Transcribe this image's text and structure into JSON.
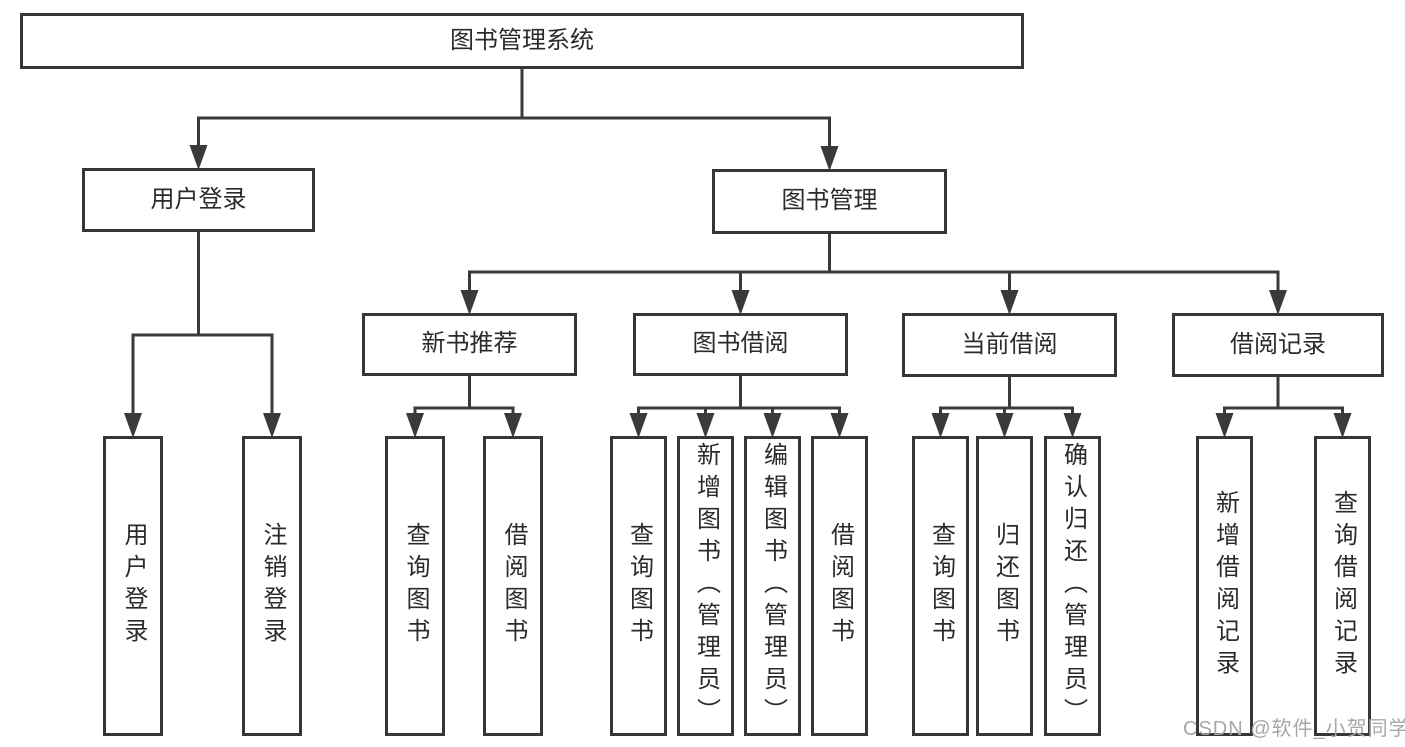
{
  "diagram": {
    "title": "图书管理系统",
    "watermark": "CSDN @软件_小贺同学",
    "colors": {
      "line": "#3a3a3a",
      "box_border": "#363636",
      "text": "#2b2b2b",
      "watermark": "#a7a7a7",
      "background": "#ffffff"
    },
    "nodes": [
      {
        "id": "root",
        "label": "图书管理系统",
        "level": 1,
        "parent": null
      },
      {
        "id": "user-login",
        "label": "用户登录",
        "level": 2,
        "parent": "root"
      },
      {
        "id": "book-mgmt",
        "label": "图书管理",
        "level": 2,
        "parent": "root"
      },
      {
        "id": "new-book",
        "label": "新书推荐",
        "level": 3,
        "parent": "book-mgmt"
      },
      {
        "id": "book-borrow",
        "label": "图书借阅",
        "level": 3,
        "parent": "book-mgmt"
      },
      {
        "id": "current-borrow",
        "label": "当前借阅",
        "level": 3,
        "parent": "book-mgmt"
      },
      {
        "id": "borrow-record",
        "label": "借阅记录",
        "level": 3,
        "parent": "book-mgmt"
      },
      {
        "id": "user-login-leaf",
        "label": "用户登录",
        "level": 4,
        "parent": "user-login"
      },
      {
        "id": "logout-leaf",
        "label": "注销登录",
        "level": 4,
        "parent": "user-login"
      },
      {
        "id": "nb-query",
        "label": "查询图书",
        "level": 4,
        "parent": "new-book"
      },
      {
        "id": "nb-borrow",
        "label": "借阅图书",
        "level": 4,
        "parent": "new-book"
      },
      {
        "id": "bb-query",
        "label": "查询图书",
        "level": 4,
        "parent": "book-borrow"
      },
      {
        "id": "bb-add",
        "label": "新增图书（管理员）",
        "level": 4,
        "parent": "book-borrow"
      },
      {
        "id": "bb-edit",
        "label": "编辑图书（管理员）",
        "level": 4,
        "parent": "book-borrow"
      },
      {
        "id": "bb-borrow",
        "label": "借阅图书",
        "level": 4,
        "parent": "book-borrow"
      },
      {
        "id": "cb-query",
        "label": "查询图书",
        "level": 4,
        "parent": "current-borrow"
      },
      {
        "id": "cb-return",
        "label": "归还图书",
        "level": 4,
        "parent": "current-borrow"
      },
      {
        "id": "cb-confirm",
        "label": "确认归还（管理员）",
        "level": 4,
        "parent": "current-borrow"
      },
      {
        "id": "br-add",
        "label": "新增借阅记录",
        "level": 4,
        "parent": "borrow-record"
      },
      {
        "id": "br-query",
        "label": "查询借阅记录",
        "level": 4,
        "parent": "borrow-record"
      }
    ]
  }
}
